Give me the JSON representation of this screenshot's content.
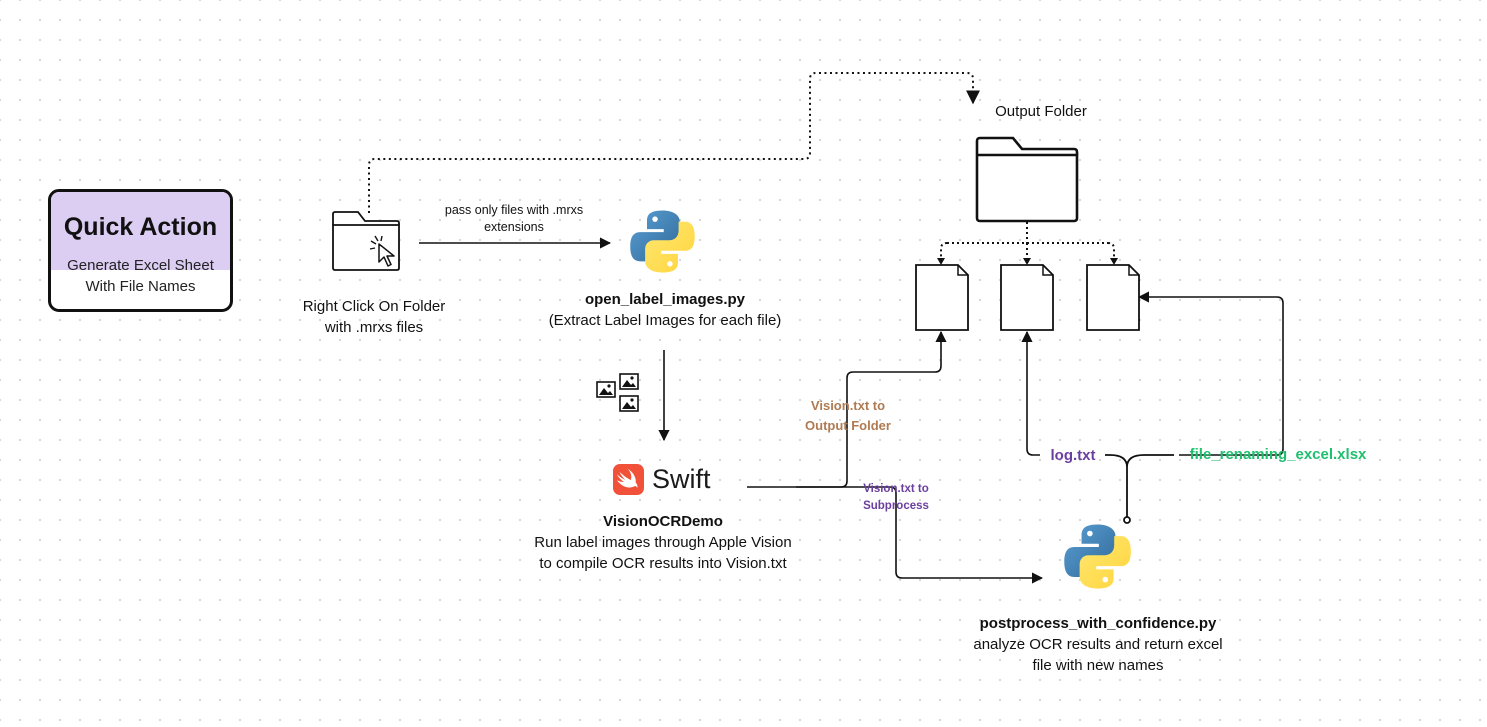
{
  "quick_action": {
    "title": "Quick Action",
    "subtitle_line1": "Generate Excel Sheet",
    "subtitle_line2": "With File Names"
  },
  "folder_step": {
    "label_line1": "Right Click On Folder",
    "label_line2": "with .mrxs files"
  },
  "filter_arrow": {
    "label_line1": "pass only files with .mrxs",
    "label_line2": "extensions"
  },
  "open_label": {
    "name": "open_label_images.py",
    "description": "(Extract Label Images for each file)"
  },
  "swift_step": {
    "logo_text": "Swift",
    "name": "VisionOCRDemo",
    "description_line1": "Run label images through Apple Vision",
    "description_line2": "to compile OCR results into Vision.txt"
  },
  "output_folder": {
    "label": "Output Folder"
  },
  "vision_output": {
    "line1": "Vision.txt to",
    "line2": "Output Folder"
  },
  "vision_subprocess": {
    "line1": "Vision.txt to",
    "line2": "Subprocess"
  },
  "log_file": {
    "label": "log.txt"
  },
  "excel_file": {
    "label": "file_renaming_excel.xlsx"
  },
  "postprocess": {
    "name": "postprocess_with_confidence.py",
    "description_line1": "analyze OCR results and return excel",
    "description_line2": "file with new names"
  },
  "colors": {
    "quick_action_fill": "#dccdf3",
    "vision_output_label": "#b07a52",
    "purple_labels": "#6b3fa0",
    "excel_label": "#1fbf6e",
    "swift_orange": "#f05138",
    "python_blue": "#3673a5",
    "python_yellow": "#ffd43b"
  },
  "icons": [
    "folder-icon",
    "cursor-icon",
    "python-logo-icon",
    "images-icon",
    "swift-logo-icon",
    "document-icon"
  ]
}
